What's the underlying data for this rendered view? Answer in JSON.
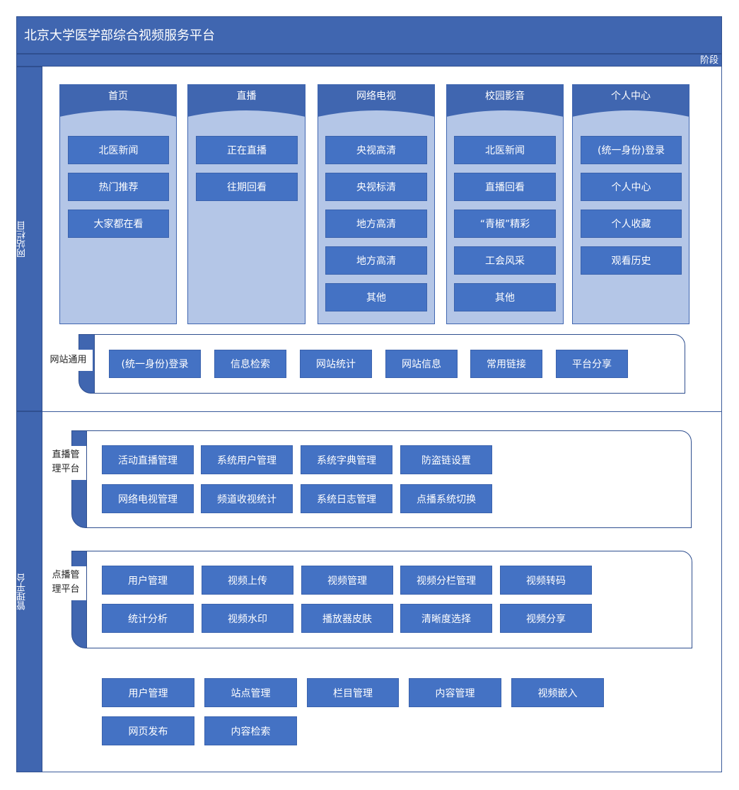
{
  "title": "北京大学医学部综合视频服务平台",
  "stage_label": "阶段",
  "sections": {
    "website": "网站栏目",
    "management": "管理平台"
  },
  "columns": [
    {
      "title": "首页",
      "items": [
        "北医新闻",
        "热门推荐",
        "大家都在看"
      ]
    },
    {
      "title": "直播",
      "items": [
        "正在直播",
        "往期回看"
      ]
    },
    {
      "title": "网络电视",
      "items": [
        "央视高清",
        "央视标清",
        "地方高清",
        "地方高清",
        "其他"
      ]
    },
    {
      "title": "校园影音",
      "items": [
        "北医新闻",
        "直播回看",
        "“青椒”精彩",
        "工会风采",
        "其他"
      ]
    },
    {
      "title": "个人中心",
      "items": [
        "(统一身份)登录",
        "个人中心",
        "个人收藏",
        "观看历史"
      ]
    }
  ],
  "common": {
    "label": "网站通用",
    "items": [
      "(统一身份)登录",
      "信息检索",
      "网站统计",
      "网站信息",
      "常用链接",
      "平台分享"
    ]
  },
  "live_platform": {
    "label_line1": "直播管",
    "label_line2": "理平台",
    "rows": [
      [
        "活动直播管理",
        "系统用户管理",
        "系统字典管理",
        "防盗链设置"
      ],
      [
        "网络电视管理",
        "频道收视统计",
        "系统日志管理",
        "点播系统切换"
      ]
    ]
  },
  "vod_platform": {
    "label_line1": "点播管",
    "label_line2": "理平台",
    "rows": [
      [
        "用户管理",
        "视频上传",
        "视频管理",
        "视频分栏管理",
        "视频转码"
      ],
      [
        "统计分析",
        "视频水印",
        "播放器皮肤",
        "清晰度选择",
        "视频分享"
      ]
    ]
  },
  "cms": {
    "rows": [
      [
        "用户管理",
        "站点管理",
        "栏目管理",
        "内容管理",
        "视频嵌入"
      ],
      [
        "网页发布",
        "内容检索"
      ]
    ]
  },
  "colors": {
    "header_blue": "#4066b0",
    "button_blue": "#4472c4",
    "column_fill": "#b4c6e7"
  }
}
